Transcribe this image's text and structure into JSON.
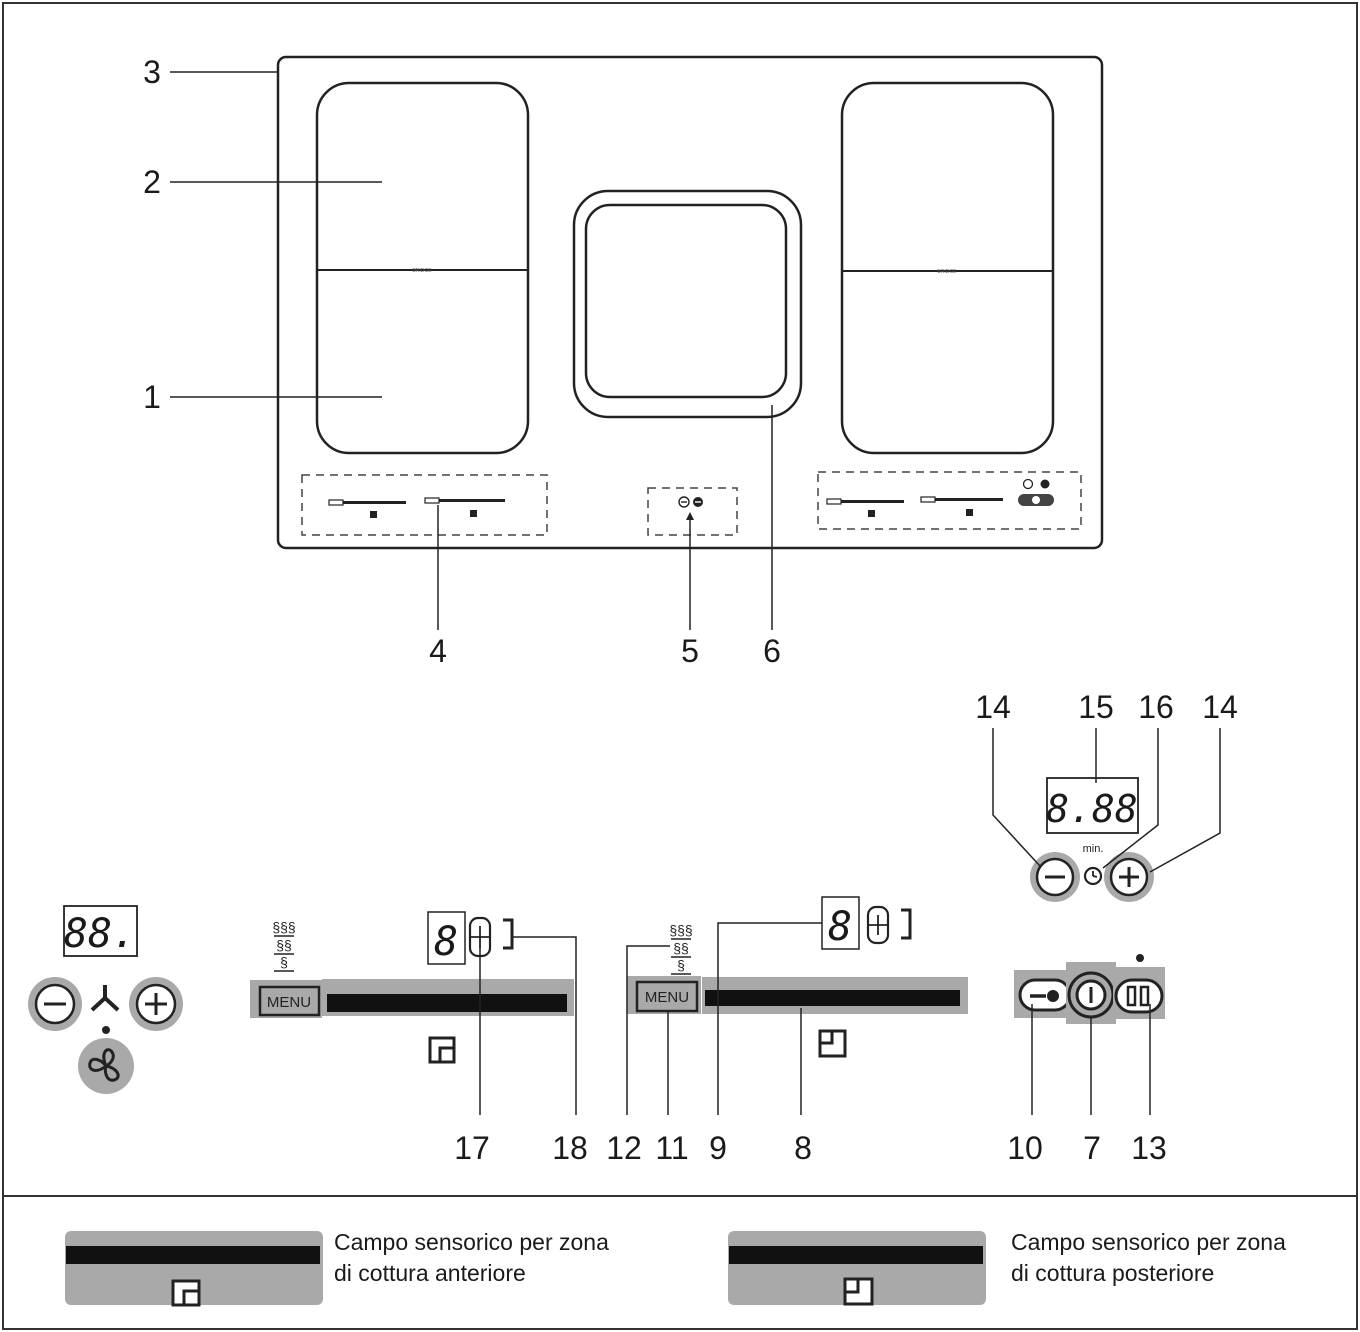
{
  "callouts": {
    "n1": "1",
    "n2": "2",
    "n3": "3",
    "n4": "4",
    "n5": "5",
    "n6": "6",
    "n7": "7",
    "n8": "8",
    "n9": "9",
    "n10": "10",
    "n11": "11",
    "n12": "12",
    "n13": "13",
    "n14a": "14",
    "n14b": "14",
    "n15": "15",
    "n16": "16",
    "n17": "17",
    "n18": "18"
  },
  "displays": {
    "hood_display": "88.",
    "timer_display": "8.88",
    "timer_unit": "min.",
    "zone_left_digit": "8",
    "zone_right_digit": "8"
  },
  "buttons": {
    "menu_left": "MENU",
    "menu_right": "MENU"
  },
  "legend": {
    "front": "Campo sensorico per zona\ndi cottura anteriore",
    "rear": "Campo sensorico per zona\ndi cottura posteriore"
  },
  "icons": {
    "minus": "minus-icon",
    "plus": "plus-icon",
    "fan": "fan-icon",
    "power": "power-icon",
    "pause": "pause-icon",
    "lock": "key-lock-icon",
    "timer": "timer-clock-icon",
    "heat_levels": "heat-level-icon",
    "front_zone": "front-zone-icon",
    "rear_zone": "rear-zone-icon",
    "ventilation": "ventilation-icon"
  },
  "colors": {
    "line": "#1a1a1a",
    "button_bg": "#a9a9a9",
    "bar": "#111111"
  }
}
